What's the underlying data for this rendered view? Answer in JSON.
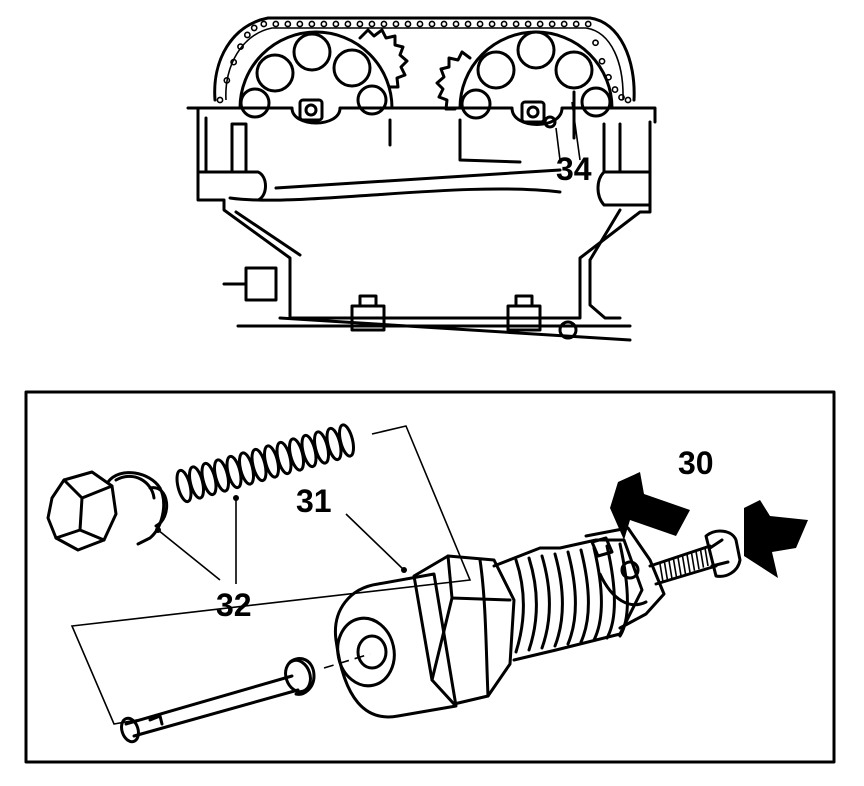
{
  "callouts": {
    "tensioner_location": "34",
    "plunger_retraction": "30",
    "tensioner_body": "31",
    "bolt_spring_plunger_set": "32"
  },
  "colors": {
    "ink": "#000000",
    "paper": "#ffffff"
  }
}
